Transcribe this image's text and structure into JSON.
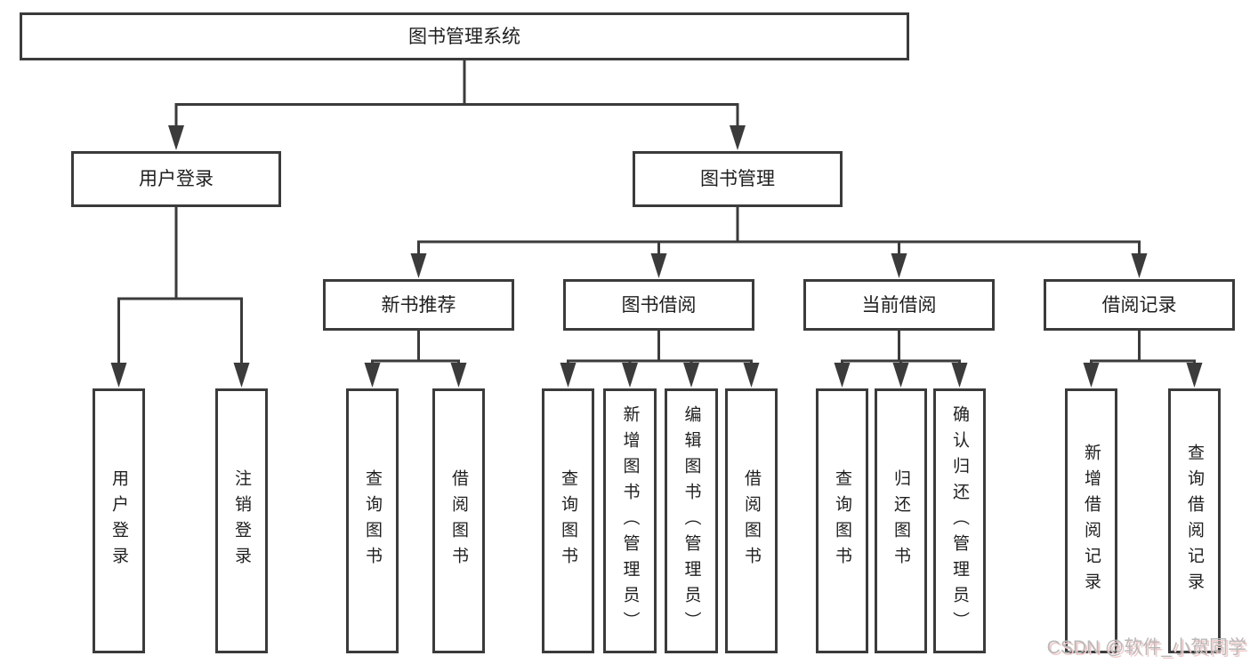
{
  "diagram": {
    "type": "hierarchy-tree",
    "tree": {
      "label": "图书管理系统",
      "children": [
        {
          "label": "用户登录",
          "children": [
            {
              "label": "用户登录"
            },
            {
              "label": "注销登录"
            }
          ]
        },
        {
          "label": "图书管理",
          "children": [
            {
              "label": "新书推荐",
              "children": [
                {
                  "label": "查询图书"
                },
                {
                  "label": "借阅图书"
                }
              ]
            },
            {
              "label": "图书借阅",
              "children": [
                {
                  "label": "查询图书"
                },
                {
                  "label": "新增图书（管理员）"
                },
                {
                  "label": "编辑图书（管理员）"
                },
                {
                  "label": "借阅图书"
                }
              ]
            },
            {
              "label": "当前借阅",
              "children": [
                {
                  "label": "查询图书"
                },
                {
                  "label": "归还图书"
                },
                {
                  "label": "确认归还（管理员）"
                }
              ]
            },
            {
              "label": "借阅记录",
              "children": [
                {
                  "label": "新增借阅记录"
                },
                {
                  "label": "查询借阅记录"
                }
              ]
            }
          ]
        }
      ]
    }
  },
  "watermark": {
    "text": "CSDN @软件_小贺同学"
  },
  "colors": {
    "line": "#3b3b3b",
    "box_border": "#3b3b3b",
    "box_background": "#ffffff",
    "text": "#1f1f1f",
    "watermark_text": "#b9b9b9",
    "watermark_shadow": "#f1caca"
  }
}
